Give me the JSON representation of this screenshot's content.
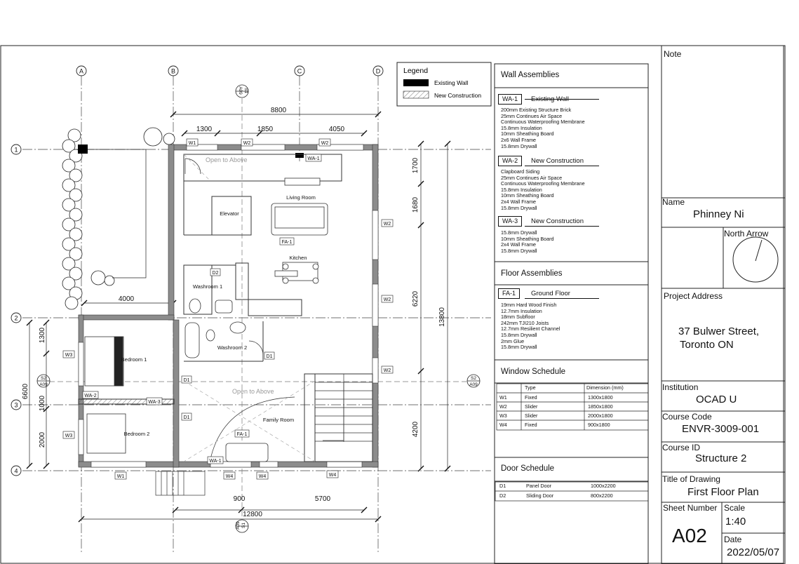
{
  "legend": {
    "title": "Legend",
    "existing": "Existing Wall",
    "new": "New Construction"
  },
  "grid": {
    "columns": [
      "A",
      "B",
      "C",
      "D"
    ],
    "rows": [
      "1",
      "2",
      "3",
      "4"
    ]
  },
  "dimensions": {
    "overall_top": "8800",
    "top_segments": [
      "1300",
      "1850",
      "4050"
    ],
    "right_segments": [
      "1700",
      "1680",
      "6220",
      "4200"
    ],
    "right_overall": "13800",
    "left_segments": [
      "1300",
      "1000",
      "2000"
    ],
    "left_overall": "6600",
    "mid_left": "4000",
    "bottom_segments": [
      "900",
      "5700"
    ],
    "bottom_overall": "12800"
  },
  "rooms": {
    "open_above_1": "Open to Above",
    "elevator": "Elevator",
    "living": "Living Room",
    "kitchen": "Kitchen",
    "washroom1": "Washroom 1",
    "washroom2": "Washroom 2",
    "bedroom1": "Bedroom 1",
    "bedroom2": "Bedroom 2",
    "open_above_2": "Open to Above",
    "family": "Family Room"
  },
  "tags": {
    "w1": "W1",
    "w2": "W2",
    "w3": "W3",
    "w4": "W4",
    "wa1": "WA-1",
    "wa2": "WA-2",
    "wa3": "WA-3",
    "fa1": "FA-1",
    "d1": "D1",
    "d2": "D2"
  },
  "sections": {
    "s1": "S1",
    "s2": "S2",
    "a09": "A09"
  },
  "wall_assemblies": {
    "title": "Wall Assemblies",
    "items": [
      {
        "tag": "WA-1",
        "name": "Existing Wall",
        "layers": [
          "200mm Existing Structure Brick",
          "25mm Continues Air Space",
          "Continuous Waterproofing Membrane",
          "15.8mm Insulation",
          "10mm Sheathing Board",
          "2x6 Wall Frame",
          "15.8mm Drywall"
        ]
      },
      {
        "tag": "WA-2",
        "name": "New Construction",
        "layers": [
          "Clapboard Siding",
          "25mm Continues Air Space",
          "Continuous Waterproofing Membrane",
          "15.8mm Insulation",
          "10mm Sheathing Board",
          "2x4 Wall Frame",
          "15.8mm Drywall"
        ]
      },
      {
        "tag": "WA-3",
        "name": "New Construction",
        "layers": [
          "15.8mm Drywall",
          "10mm Sheathing Board",
          "2x4 Wall Frame",
          "15.8mm Drywall"
        ]
      }
    ]
  },
  "floor_assemblies": {
    "title": "Floor Assemblies",
    "items": [
      {
        "tag": "FA-1",
        "name": "Ground Floor",
        "layers": [
          "19mm Hard Wood Finish",
          "12.7mm Insulation",
          "18mm Subfloor",
          "242mm TJI210 Joists",
          "12.7mm Resilient Channel",
          "15.8mm Drywall",
          "2mm Glue",
          "15.8mm Drywall"
        ]
      }
    ]
  },
  "window_schedule": {
    "title": "Window Schedule",
    "headers": [
      "",
      "Type",
      "Dimension (mm)"
    ],
    "rows": [
      [
        "W1",
        "Fixed",
        "1300x1800"
      ],
      [
        "W2",
        "Slider",
        "1850x1800"
      ],
      [
        "W3",
        "Slider",
        "2000x1800"
      ],
      [
        "W4",
        "Fixed",
        "900x1800"
      ]
    ]
  },
  "door_schedule": {
    "title": "Door Schedule",
    "rows": [
      [
        "D1",
        "Panel Door",
        "1000x2200"
      ],
      [
        "D2",
        "Sliding Door",
        "800x2200"
      ]
    ]
  },
  "title_block": {
    "note_label": "Note",
    "name_label": "Name",
    "name_value": "Phinney Ni",
    "north_label": "North Arrow",
    "address_label": "Project Address",
    "address_line1": "37 Bulwer Street,",
    "address_line2": "Toronto ON",
    "institution_label": "Institution",
    "institution_value": "OCAD U",
    "course_code_label": "Course Code",
    "course_code_value": "ENVR-3009-001",
    "course_id_label": "Course ID",
    "course_id_value": "Structure 2",
    "drawing_title_label": "Title of Drawing",
    "drawing_title_value": "First Floor Plan",
    "sheet_label": "Sheet Number",
    "sheet_value": "A02",
    "scale_label": "Scale",
    "scale_value": "1:40",
    "date_label": "Date",
    "date_value": "2022/05/07"
  }
}
